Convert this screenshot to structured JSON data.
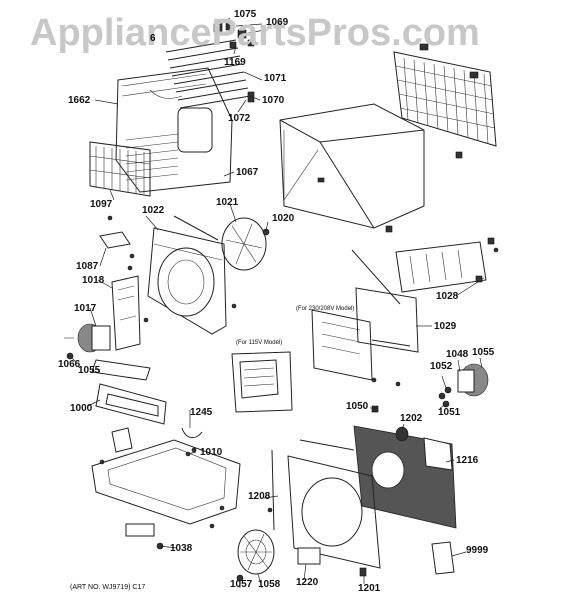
{
  "watermark": "AppliancePartsPros.com",
  "art_number": "(ART NO. WJ9719) C17",
  "notes": {
    "model_230": "(For 230/208V Model)",
    "model_115": "(For 115V Model)"
  },
  "parts": {
    "p1075": "1075",
    "p1069": "1069",
    "p6": "6",
    "p1169": "1169",
    "p1071": "1071",
    "p1070": "1070",
    "p1072": "1072",
    "p1662": "1662",
    "p1067": "1067",
    "p1097": "1097",
    "p1022": "1022",
    "p1021": "1021",
    "p1020": "1020",
    "p1087": "1087",
    "p1018": "1018",
    "p1017": "1017",
    "p1066": "1066",
    "p1055a": "1055",
    "p1000": "1000",
    "p1245": "1245",
    "p1010": "1010",
    "p1028": "1028",
    "p1029": "1029",
    "p1048": "1048",
    "p1055b": "1055",
    "p1052": "1052",
    "p1051": "1051",
    "p1050": "1050",
    "p1202": "1202",
    "p1216": "1216",
    "p1208": "1208",
    "p1038": "1038",
    "p1057": "1057",
    "p1058": "1058",
    "p1220": "1220",
    "p1201": "1201",
    "p9999": "9999"
  }
}
